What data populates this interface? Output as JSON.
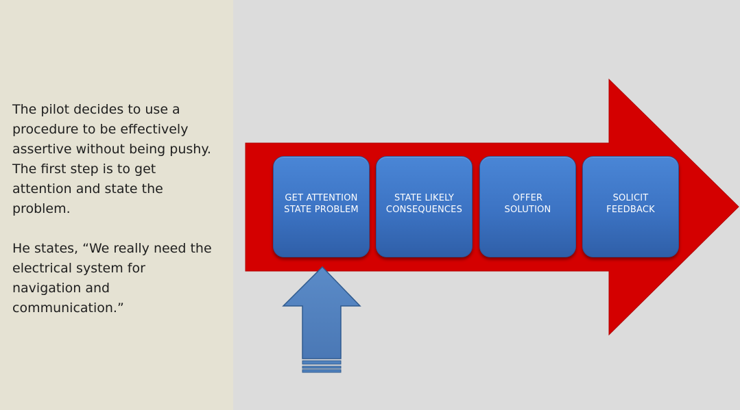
{
  "narration": {
    "paragraph1": "The pilot decides to use a procedure to be effectively assertive without being pushy. The first step is to get attention and state the problem.",
    "paragraph2": "He states, “We really need the electrical system for navigation and communication.”"
  },
  "process": {
    "steps": [
      {
        "line1": "GET ATTENTION",
        "line2": "STATE PROBLEM"
      },
      {
        "line1": "STATE LIKELY",
        "line2": "CONSEQUENCES"
      },
      {
        "line1": "OFFER",
        "line2": "SOLUTION"
      },
      {
        "line1": "SOLICIT",
        "line2": "FEEDBACK"
      }
    ],
    "current_step": 1
  },
  "colors": {
    "left_panel": "#e5e2d3",
    "right_panel": "#dcdcdc",
    "big_arrow": "#d40000",
    "step_box": "#3f78c8",
    "pointer_arrow": "#4f81bd"
  }
}
